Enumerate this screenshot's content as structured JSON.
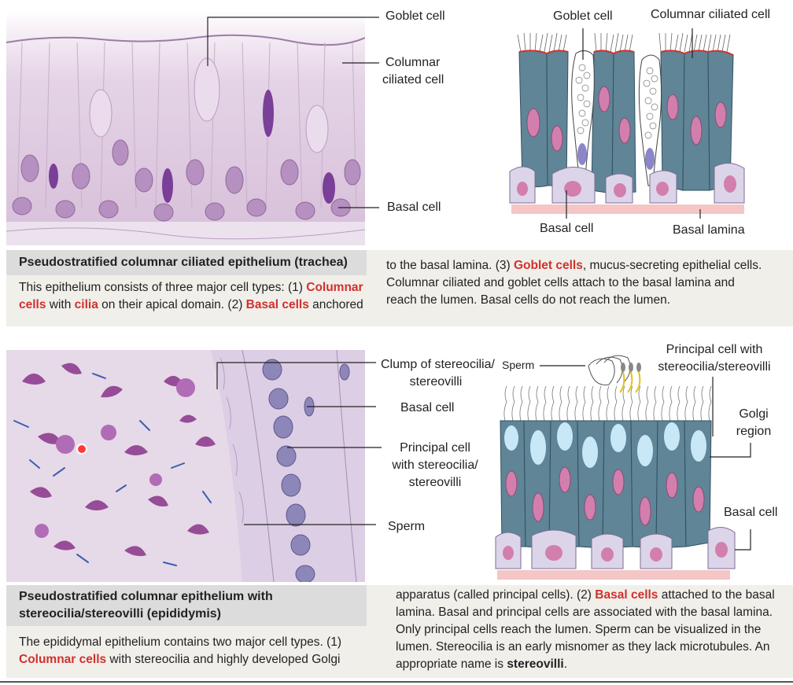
{
  "colors": {
    "stain_pink": "#e3cfe3",
    "stain_purple": "#6a2a88",
    "cell_blue": "#5f8597",
    "nucleus_pink": "#d27fae",
    "basal_lamina": "#f4c6c6",
    "highlight_red": "#d0312d",
    "golgi_blue": "#c8e8f8"
  },
  "trachea": {
    "micrograph_labels": {
      "goblet": "Goblet cell",
      "columnar_line1": "Columnar",
      "columnar_line2": "ciliated cell",
      "basal": "Basal cell"
    },
    "diagram_labels": {
      "goblet": "Goblet cell",
      "columnar": "Columnar ciliated cell",
      "basal": "Basal cell",
      "lamina": "Basal lamina"
    },
    "caption": {
      "title": "Pseudostratified columnar ciliated epithelium (trachea)",
      "left_1": "This epithelium consists of three major cell types: (1) ",
      "left_2": "Columnar",
      "left_3": "cells",
      "left_4": " with ",
      "left_5": "cilia",
      "left_6": " on their apical domain. (2) ",
      "left_7": "Basal cells",
      "left_8": " anchored",
      "right_1": "to the basal lamina.  (3) ",
      "right_2": "Goblet cells",
      "right_3": ", mucus-secreting epithelial cells.",
      "right_line2": "Columnar ciliated and goblet cells attach to the basal lamina and",
      "right_line3": "reach the lumen. Basal cells do not reach the lumen."
    }
  },
  "epididymis": {
    "micrograph_labels": {
      "clump_line1": "Clump of stereocilia/",
      "clump_line2": "stereovilli",
      "basal": "Basal cell",
      "principal_line1": "Principal cell",
      "principal_line2": "with stereocilia/",
      "principal_line3": "stereovilli",
      "sperm": "Sperm"
    },
    "diagram_labels": {
      "sperm": "Sperm",
      "principal_line1": "Principal cell with",
      "principal_line2": "stereocilia/stereovilli",
      "golgi_line1": "Golgi",
      "golgi_line2": "region",
      "basal": "Basal cell"
    },
    "caption": {
      "title_line1": "Pseudostratified columnar epithelium with",
      "title_line2": "stereocilia/stereovilli (epididymis)",
      "left_line1": "The epididymal epithelium contains two major cell types. (1)",
      "left_2": "Columnar cells",
      "left_3": " with stereocilia and highly developed Golgi",
      "right_1": "apparatus (called principal cells). (2) ",
      "right_2": "Basal cells",
      "right_3": " attached to the basal",
      "right_line2": "lamina. Basal and principal cells are associated with the basal lamina.",
      "right_line3": "Only principal cells reach the lumen. Sperm can be visualized in the",
      "right_line4": "lumen. Stereocilia is an early misnomer as they lack microtubules. An",
      "right_5": "appropriate name is ",
      "right_6": "stereovilli",
      "right_7": "."
    }
  }
}
